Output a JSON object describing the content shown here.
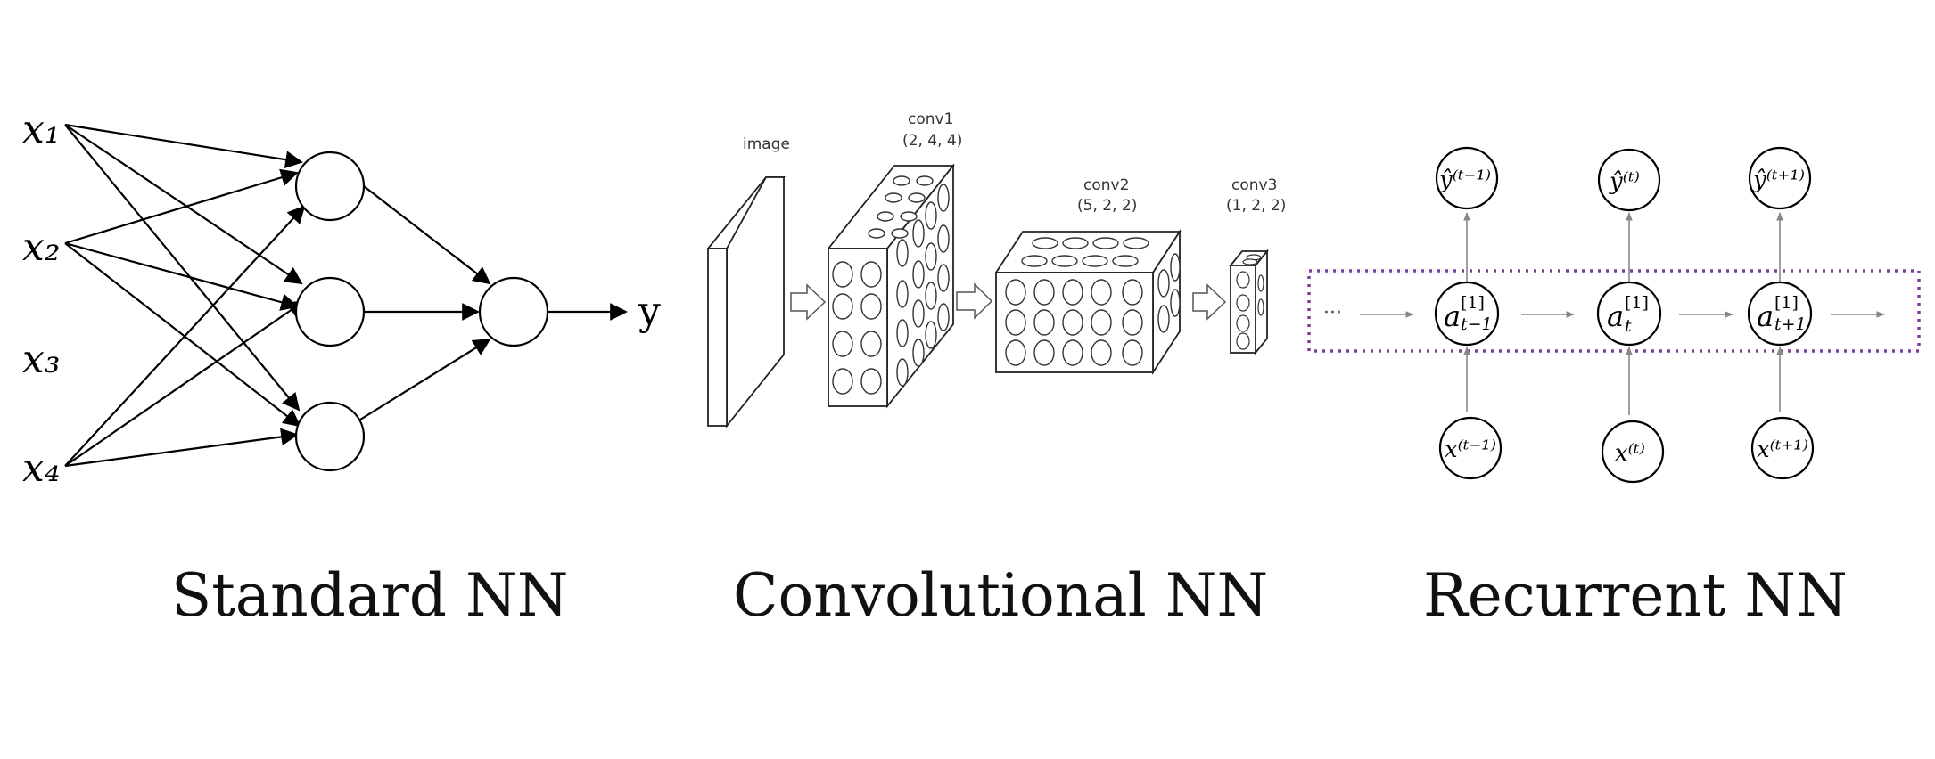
{
  "standard_nn": {
    "inputs": [
      "x₁",
      "x₂",
      "x₃",
      "x₄"
    ],
    "output": "y",
    "caption": "Standard NN"
  },
  "conv_nn": {
    "image_label": "image",
    "conv1_label": "conv1",
    "conv1_dims": "(2, 4, 4)",
    "conv2_label": "conv2",
    "conv2_dims": "(5, 2, 2)",
    "conv3_label": "conv3",
    "conv3_dims": "(1, 2, 2)",
    "caption": "Convolutional NN"
  },
  "recurrent_nn": {
    "ellipsis": "···",
    "outputs": [
      "ŷ⁽ᵗ⁻¹⁾",
      "ŷ⁽ᵗ⁾",
      "ŷ⁽ᵗ⁺¹⁾"
    ],
    "hidden": [
      "a[1]t−1",
      "a[1]t",
      "a[1]t+1"
    ],
    "inputs": [
      "x⁽ᵗ⁻¹⁾",
      "x⁽ᵗ⁾",
      "x⁽ᵗ⁺¹⁾"
    ],
    "caption": "Recurrent NN",
    "box_color": "#7b3f9e"
  }
}
